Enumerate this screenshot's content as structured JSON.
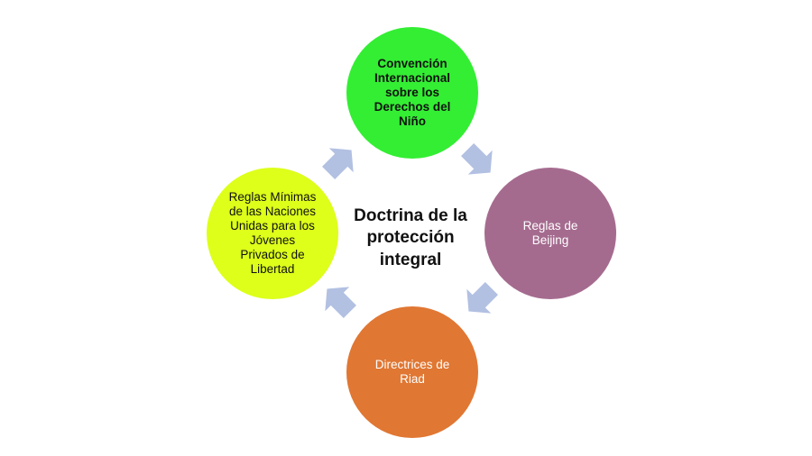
{
  "diagram": {
    "center": "Doctrina de la\nprotección\nintegral",
    "nodes": {
      "top": "Convención\nInternacional\nsobre los\nDerechos del\nNiño",
      "right": "Reglas de\nBeijing",
      "bottom": "Directrices de\nRiad",
      "left": "Reglas Mínimas\nde las Naciones\nUnidas para los\nJóvenes\nPrivados de\nLibertad"
    },
    "colors": {
      "top": "#33ee33",
      "right": "#a56b8f",
      "bottom": "#e07733",
      "left": "#ddff1a",
      "arrows": "#b2c0e2",
      "text_dark": "#111111",
      "text_light": "#ffffff"
    }
  }
}
